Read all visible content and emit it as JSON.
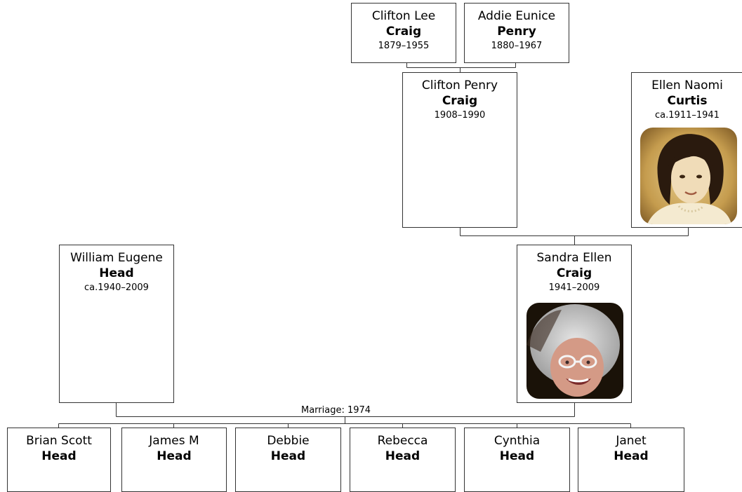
{
  "people": {
    "clifton_lee": {
      "given": "Clifton Lee",
      "surname": "Craig",
      "dates": "1879–1955"
    },
    "addie_eunice": {
      "given": "Addie Eunice",
      "surname": "Penry",
      "dates": "1880–1967"
    },
    "clifton_penry": {
      "given": "Clifton Penry",
      "surname": "Craig",
      "dates": "1908–1990"
    },
    "ellen_naomi": {
      "given": "Ellen Naomi",
      "surname": "Curtis",
      "dates": "ca.1911–1941"
    },
    "william_eugene": {
      "given": "William Eugene",
      "surname": "Head",
      "dates": "ca.1940–2009"
    },
    "sandra_ellen": {
      "given": "Sandra Ellen",
      "surname": "Craig",
      "dates": "1941–2009"
    },
    "children": [
      {
        "given": "Brian Scott",
        "surname": "Head"
      },
      {
        "given": "James M",
        "surname": "Head"
      },
      {
        "given": "Debbie",
        "surname": "Head"
      },
      {
        "given": "Rebecca",
        "surname": "Head"
      },
      {
        "given": "Cynthia",
        "surname": "Head"
      },
      {
        "given": "Janet",
        "surname": "Head"
      }
    ]
  },
  "marriage_label": "Marriage: 1974",
  "colors": {
    "border": "#333333",
    "line": "#333333",
    "background": "#ffffff"
  }
}
